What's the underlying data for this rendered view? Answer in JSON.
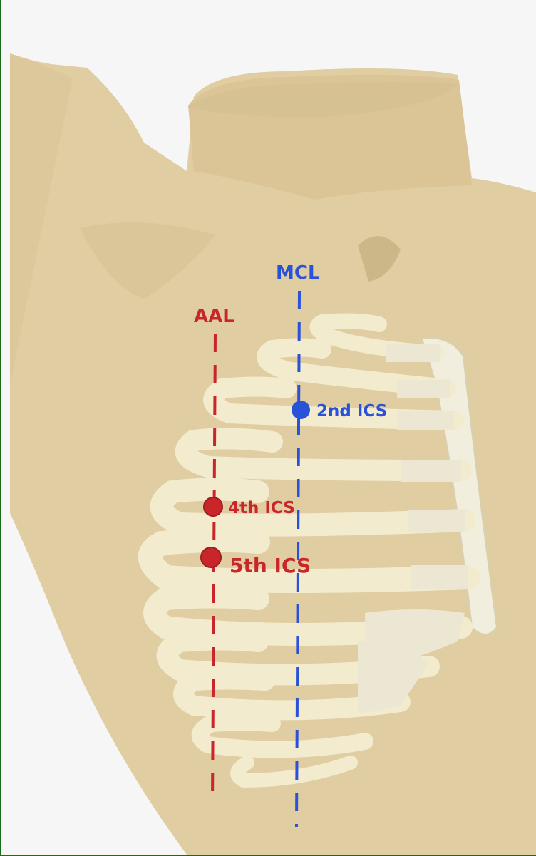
{
  "labels": {
    "mcl": "MCL",
    "aal": "AAL",
    "ics2": "2nd ICS",
    "ics4": "4th ICS",
    "ics5": "5th ICS"
  },
  "colors": {
    "background": "#f6f6f6",
    "skin": "#e0cda1",
    "skin_shadow": "#cdb98d",
    "rib": "#f3ebcd",
    "cartilage": "#ece7d3",
    "mcl_line": "#2a52d8",
    "aal_line": "#c8262a",
    "frame_border": "#1a6b1a"
  }
}
